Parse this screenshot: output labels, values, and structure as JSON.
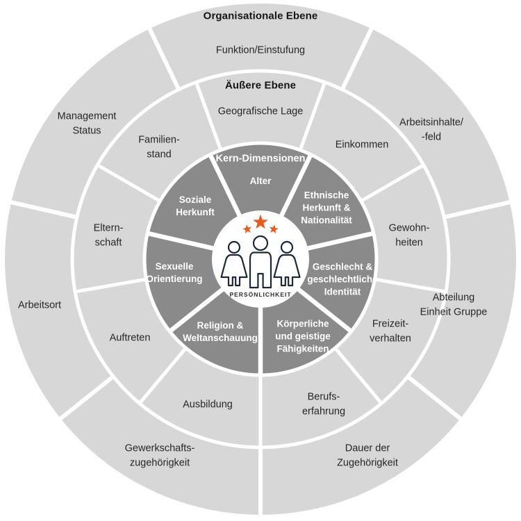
{
  "colors": {
    "background": "#ffffff",
    "light_ring": "#d7d7d7",
    "core_ring": "#8a8a8a",
    "divider": "#ffffff",
    "label_text": "#262626",
    "core_text": "#ffffff",
    "star": "#e95a1e",
    "figure_outline": "#1d2733"
  },
  "center": {
    "label": "PERSÖNLICHKEIT",
    "stars_icon": "three-stars",
    "figures_icon": "three-people"
  },
  "core_ring": {
    "title": "Kern-Dimensionen",
    "segments": {
      "alter": "Alter",
      "ethnische_herkunft": "Ethnische\nHerkunft &\nNationalität",
      "geschlecht": "Geschlecht &\ngeschlechtliche\nIdentität",
      "faehigkeiten": "Körperliche\nund geistige\nFähigkeiten",
      "religion": "Religion &\nWeltanschauung",
      "sexuelle_orientierung": "Sexuelle\nOrientierung",
      "soziale_herkunft": "Soziale\nHerkunft"
    }
  },
  "middle_ring": {
    "title": "Äußere Ebene",
    "segments": {
      "geografische_lage": "Geografische Lage",
      "einkommen": "Einkommen",
      "gewohnheiten": "Gewohn-\nheiten",
      "freizeitverhalten": "Freizeit-\nverhalten",
      "berufserfahrung": "Berufs-\nerfahrung",
      "ausbildung": "Ausbildung",
      "auftreten": "Auftreten",
      "elternschaft": "Eltern-\nschaft",
      "familienstand": "Familien-\nstand"
    }
  },
  "outer_ring": {
    "title": "Organisationale Ebene",
    "segments": {
      "funktion": "Funktion/Einstufung",
      "arbeitsinhalte": "Arbeitsinhalte/\n-feld",
      "abteilung": "Abteilung\nEinheit Gruppe",
      "dauer": "Dauer der\nZugehörigkeit",
      "gewerkschaft": "Gewerkschafts-\nzugehörigkeit",
      "arbeitsort": "Arbeitsort",
      "management": "Management\nStatus"
    }
  }
}
